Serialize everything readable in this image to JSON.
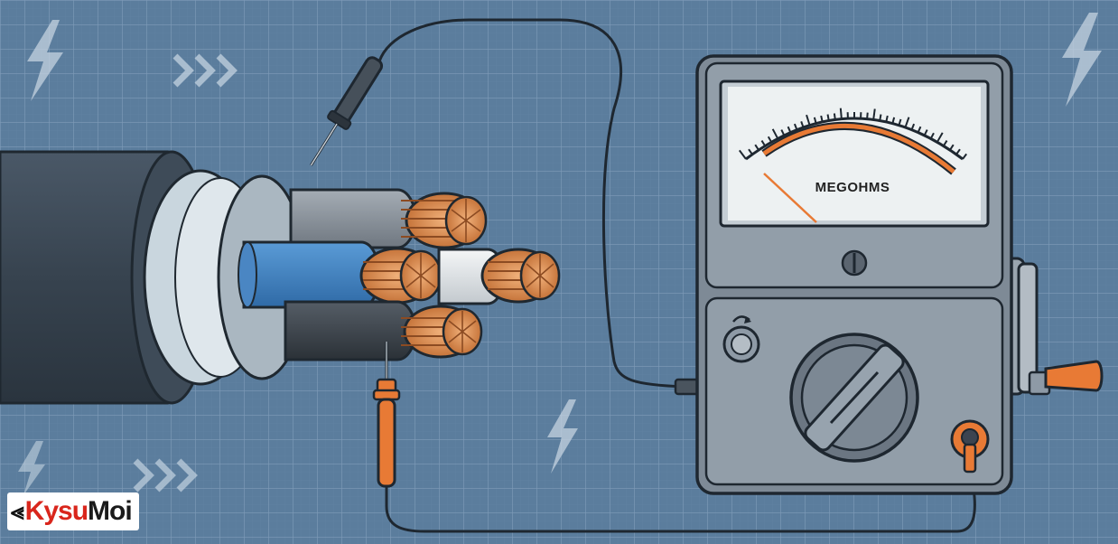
{
  "meter": {
    "scale_label": "MEGOHMS"
  },
  "brand": {
    "part1": "Kysu",
    "part2": "Moi",
    "glyph": "⪡"
  },
  "colors": {
    "background": "#5b7d9d",
    "grid": "#7f9cb8",
    "accent_orange": "#e87a35",
    "copper": "#d98a4e",
    "cable_jacket": "#3c4855",
    "meter_body": "#8e9aa6",
    "meter_panel": "#edf1f2"
  },
  "icons": [
    "lightning-bolt-icon",
    "chevron-arrows-icon",
    "rotate-arrow-icon"
  ]
}
